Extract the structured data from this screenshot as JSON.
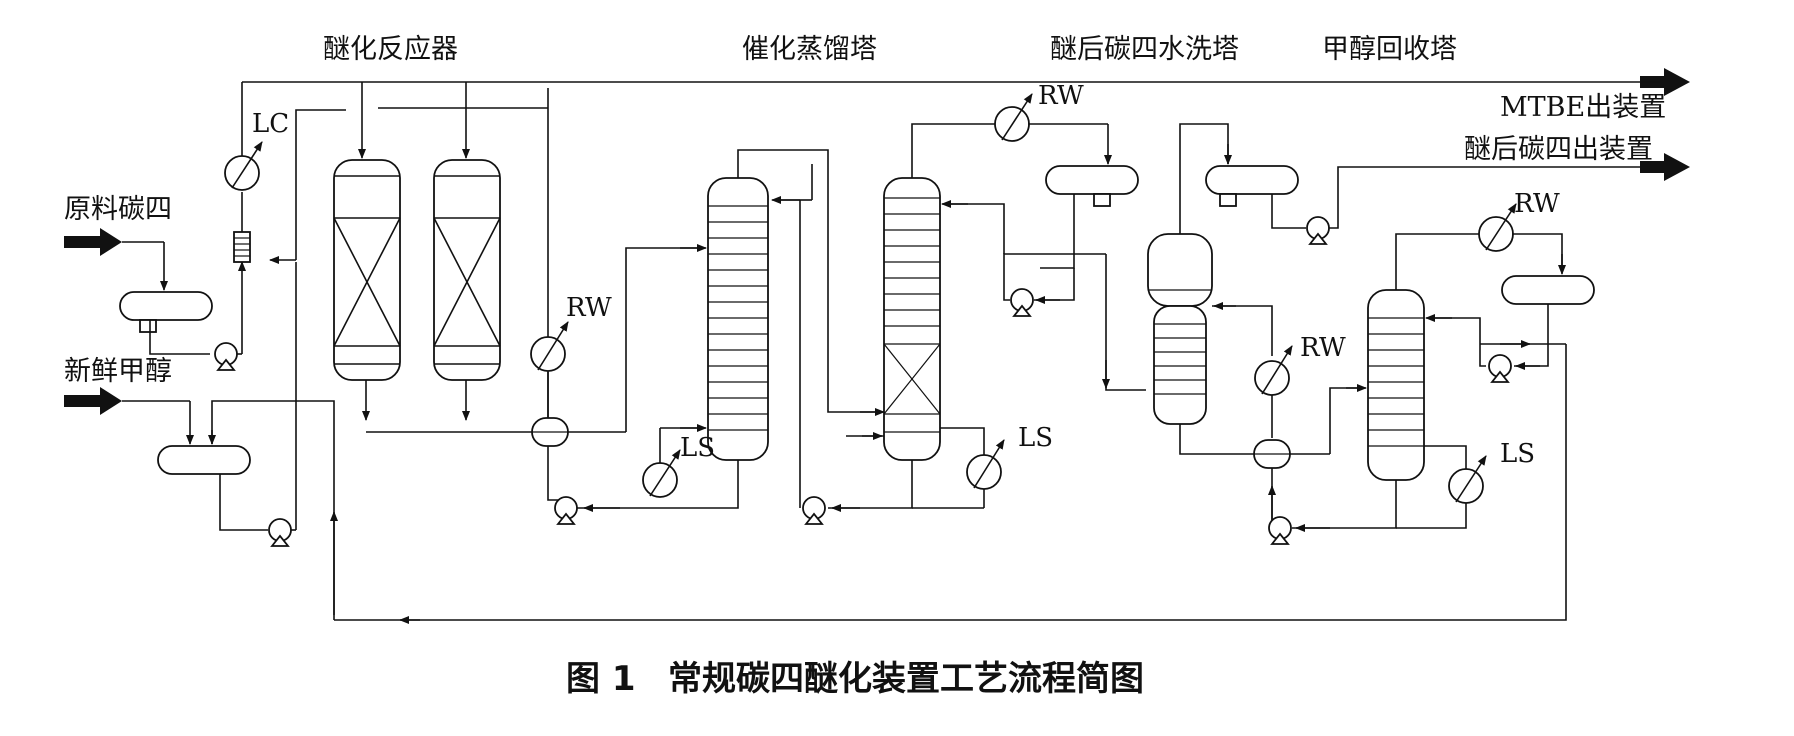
{
  "labels": {
    "reactor": "醚化反应器",
    "distillation": "催化蒸馏塔",
    "wash": "醚后碳四水洗塔",
    "methanol_recovery": "甲醇回收塔",
    "feed_c4": "原料碳四",
    "fresh_methanol": "新鲜甲醇",
    "mtbe_out": "MTBE出装置",
    "c4_out": "醚后碳四出装置"
  },
  "tags": {
    "lc": "LC",
    "rw": "RW",
    "ls": "LS"
  },
  "caption": {
    "figure": "图 1",
    "title": "常规碳四醚化装置工艺流程简图"
  }
}
